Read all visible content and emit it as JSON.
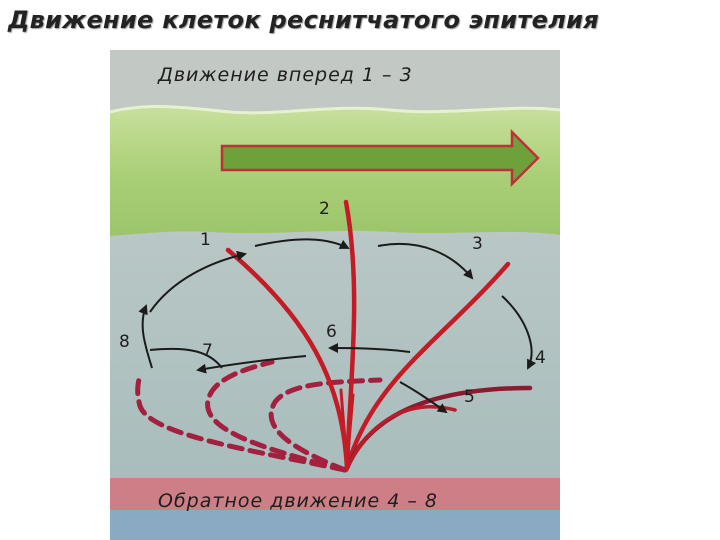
{
  "title": "Движение клеток  реснитчатого эпителия",
  "diagram": {
    "forward_label": "Движение вперед 1 – 3",
    "backward_label": "Обратное движение 4 – 8",
    "stage_numbers": [
      "1",
      "2",
      "3",
      "4",
      "5",
      "6",
      "7",
      "8"
    ],
    "colors": {
      "mucus_layer": "#a9cf76",
      "periciliary_fluid": "#b9c8c6",
      "cell_surface": "#cf7f87",
      "cell_base": "#8aaac4",
      "arrow_fill": "#6fa13a",
      "arrow_outline": "#c0303a",
      "cilium": "#c41c26",
      "recovery_stroke": "#a3203f"
    }
  }
}
